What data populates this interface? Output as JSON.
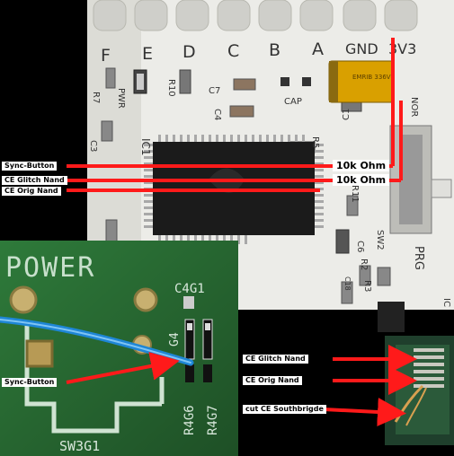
{
  "modchip_board": {
    "pad_letters": [
      "F",
      "E",
      "D",
      "C",
      "B",
      "A",
      "GND",
      "3V3"
    ],
    "component_labels": {
      "r7": "R7",
      "pwr": "PWR",
      "r10": "R10",
      "c7": "C7",
      "cap": "CAP",
      "c4": "C4",
      "c1": "C1",
      "nor": "NOR",
      "c3": "C3",
      "ic1": "IC1",
      "r5": "R5",
      "r11": "R11",
      "sw2": "SW2",
      "c6": "C6",
      "r2": "R2",
      "r3": "R3",
      "c18": "C18",
      "prg": "PRG",
      "ic": "IC"
    },
    "capacitor_text": "EMRIB 336V"
  },
  "xbox_board": {
    "power_text": "POWER",
    "c4g1": "C4G1",
    "g4": "G4",
    "r4g6": "R4G6",
    "r4g7": "R4G7",
    "sw3g1": "SW3G1"
  },
  "labels": {
    "sync_button_top": "Sync-Button",
    "ce_glitch_top": "CE Glitch Nand",
    "ce_orig_top": "CE Orig Nand",
    "ohm_1": "10k Ohm",
    "ohm_2": "10k Ohm",
    "sync_button_bottom": "Sync-Button",
    "ce_glitch_bottom": "CE Glitch Nand",
    "ce_orig_bottom": "CE Orig Nand",
    "cut_ce": "cut CE Southbrigde"
  },
  "colors": {
    "wire_red": "#ff1a1a",
    "board_white": "#eeeeea",
    "pcb_green": "#2e7a3a",
    "chip_black": "#1b1b1b",
    "capacitor_orange": "#d9a000",
    "wire_blue": "#1e86d6"
  }
}
